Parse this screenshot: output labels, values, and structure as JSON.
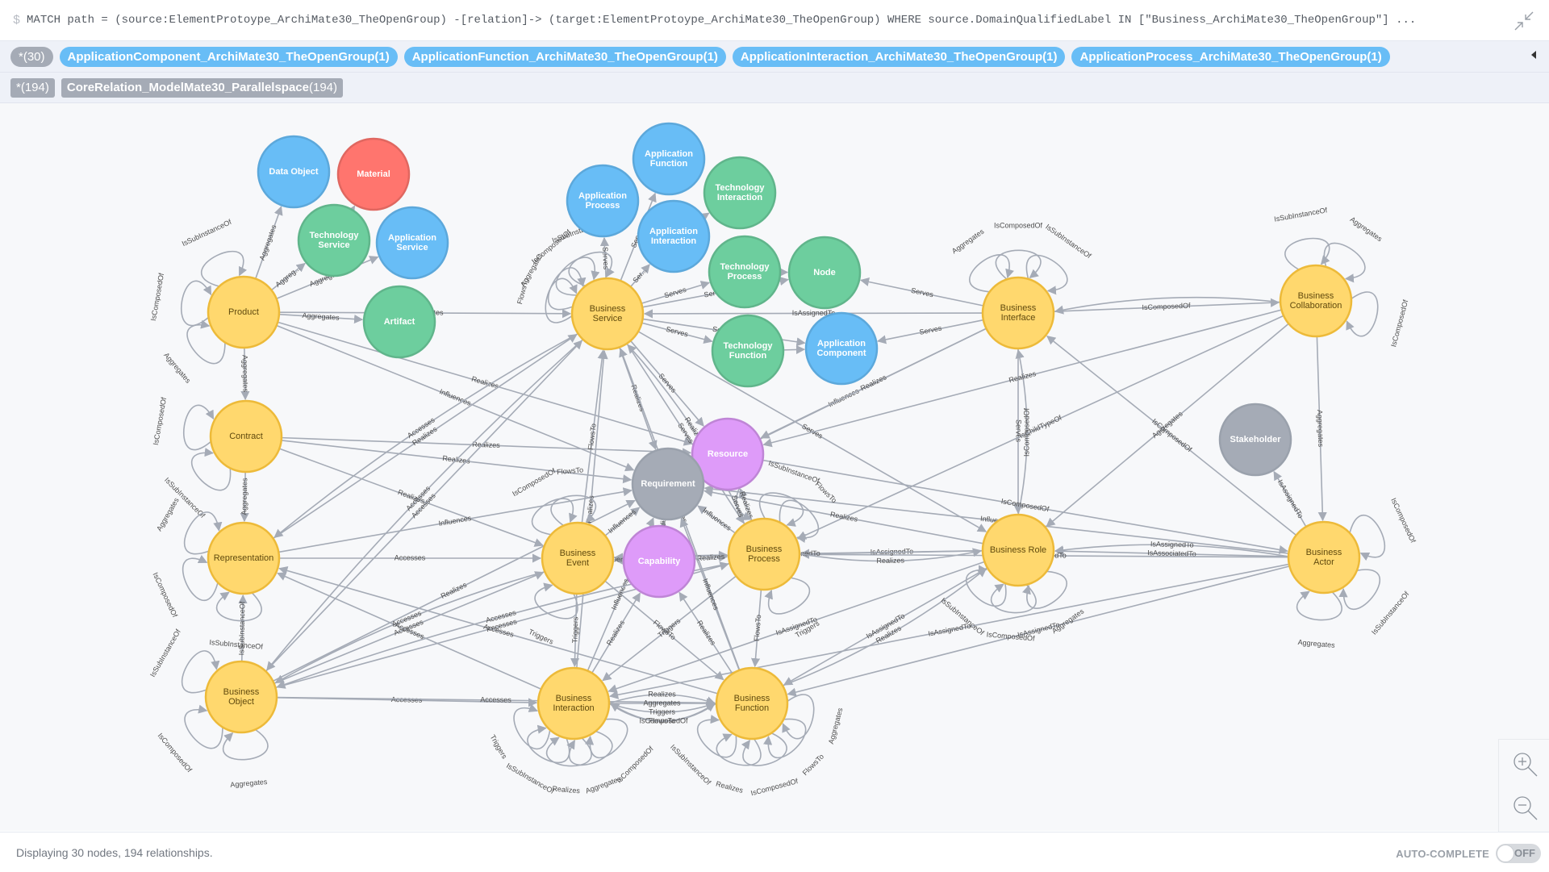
{
  "query": {
    "prompt": "$",
    "text": "MATCH path = (source:ElementProtoype_ArchiMate30_TheOpenGroup) -[relation]-> (target:ElementProtoype_ArchiMate30_TheOpenGroup) WHERE source.DomainQualifiedLabel IN [\"Business_ArchiMate30_TheOpenGroup\"] ..."
  },
  "node_labels": {
    "all": "*(30)",
    "items": [
      {
        "name": "ApplicationComponent_ArchiMate30_TheOpenGroup(1)",
        "color": "#68bdf6"
      },
      {
        "name": "ApplicationFunction_ArchiMate30_TheOpenGroup(1)",
        "color": "#68bdf6"
      },
      {
        "name": "ApplicationInteraction_ArchiMate30_TheOpenGroup(1)",
        "color": "#68bdf6"
      },
      {
        "name": "ApplicationProcess_ArchiMate30_TheOpenGroup(1)",
        "color": "#68bdf6"
      }
    ]
  },
  "relationship_types": {
    "all": "*(194)",
    "items": [
      {
        "name": "CoreRelation_ModelMate30_Parallelspace",
        "count": "(194)"
      }
    ]
  },
  "colors": {
    "business": "#ffd86e",
    "business_border": "#edba39",
    "application": "#68bdf6",
    "application_border": "#5ca8db",
    "technology": "#6dce9e",
    "technology_border": "#60b58b",
    "physical": "#ff756e",
    "physical_border": "#e06760",
    "motivation_strategy": "#de9bf9",
    "motivation_border": "#bf85d6",
    "other": "#a5abb6",
    "other_border": "#9aa1ac",
    "edge": "#a5abb6"
  },
  "graph": {
    "nodes": [
      {
        "id": "data_object",
        "label": "Data Object",
        "group": "application"
      },
      {
        "id": "material",
        "label": "Material",
        "group": "physical"
      },
      {
        "id": "tech_service",
        "label": "Technology Service",
        "group": "technology"
      },
      {
        "id": "app_service",
        "label": "Application Service",
        "group": "application"
      },
      {
        "id": "product",
        "label": "Product",
        "group": "business"
      },
      {
        "id": "artifact",
        "label": "Artifact",
        "group": "technology"
      },
      {
        "id": "app_function",
        "label": "Application Function",
        "group": "application"
      },
      {
        "id": "app_process",
        "label": "Application Process",
        "group": "application"
      },
      {
        "id": "tech_interaction",
        "label": "Technology Interaction",
        "group": "technology"
      },
      {
        "id": "app_interaction",
        "label": "Application Interaction",
        "group": "application"
      },
      {
        "id": "business_service",
        "label": "Business Service",
        "group": "business"
      },
      {
        "id": "tech_process",
        "label": "Technology Process",
        "group": "technology"
      },
      {
        "id": "node",
        "label": "Node",
        "group": "technology"
      },
      {
        "id": "tech_function",
        "label": "Technology Function",
        "group": "technology"
      },
      {
        "id": "app_component",
        "label": "Application Component",
        "group": "application"
      },
      {
        "id": "business_interface",
        "label": "Business Interface",
        "group": "business"
      },
      {
        "id": "business_collaboration",
        "label": "Business Collaboration",
        "group": "business"
      },
      {
        "id": "contract",
        "label": "Contract",
        "group": "business"
      },
      {
        "id": "resource",
        "label": "Resource",
        "group": "motivation_strategy"
      },
      {
        "id": "requirement",
        "label": "Requirement",
        "group": "other"
      },
      {
        "id": "stakeholder",
        "label": "Stakeholder",
        "group": "other"
      },
      {
        "id": "representation",
        "label": "Representation",
        "group": "business"
      },
      {
        "id": "business_event",
        "label": "Business Event",
        "group": "business"
      },
      {
        "id": "capability",
        "label": "Capability",
        "group": "motivation_strategy"
      },
      {
        "id": "business_process",
        "label": "Business Process",
        "group": "business"
      },
      {
        "id": "business_role",
        "label": "Business Role",
        "group": "business"
      },
      {
        "id": "business_actor",
        "label": "Business Actor",
        "group": "business"
      },
      {
        "id": "business_object",
        "label": "Business Object",
        "group": "business"
      },
      {
        "id": "business_interaction",
        "label": "Business Interaction",
        "group": "business"
      },
      {
        "id": "business_function",
        "label": "Business Function",
        "group": "business"
      }
    ],
    "edges": [
      {
        "from": "product",
        "to": "data_object",
        "label": "Aggregates"
      },
      {
        "from": "product",
        "to": "tech_service",
        "label": "Aggreg..."
      },
      {
        "from": "product",
        "to": "app_service",
        "label": "Aggregates"
      },
      {
        "from": "product",
        "to": "artifact",
        "label": "Aggregates"
      },
      {
        "from": "tech_service",
        "to": "material",
        "label": ""
      },
      {
        "from": "product",
        "to": "requirement",
        "label": "Influences"
      },
      {
        "from": "product",
        "to": "resource",
        "label": "Realizes"
      },
      {
        "from": "product",
        "to": "contract",
        "label": "Aggregates"
      },
      {
        "from": "product",
        "to": "business_service",
        "label": "Aggregates"
      },
      {
        "from": "contract",
        "to": "representation",
        "label": "Aggregates"
      },
      {
        "from": "contract",
        "to": "requirement",
        "label": "Realizes"
      },
      {
        "from": "contract",
        "to": "resource",
        "label": "Realizes"
      },
      {
        "from": "contract",
        "to": "business_event",
        "label": "Realizes"
      },
      {
        "from": "representation",
        "to": "business_event",
        "label": "Accesses"
      },
      {
        "from": "representation",
        "to": "business_service",
        "label": "Realizes"
      },
      {
        "from": "representation",
        "to": "requirement",
        "label": "Influences"
      },
      {
        "from": "business_object",
        "to": "business_interaction",
        "label": "Accesses"
      },
      {
        "from": "business_object",
        "to": "business_service",
        "label": "Accesses"
      },
      {
        "from": "business_object",
        "to": "business_process",
        "label": "Accesses"
      },
      {
        "from": "business_object",
        "to": "business_function",
        "label": "Accesses"
      },
      {
        "from": "business_object",
        "to": "business_event",
        "label": "Accesses"
      },
      {
        "from": "business_object",
        "to": "representation",
        "label": "IsSubInstanceOf"
      },
      {
        "from": "business_object",
        "to": "requirement",
        "label": "Realizes"
      },
      {
        "from": "business_service",
        "to": "app_process",
        "label": "Serves"
      },
      {
        "from": "business_service",
        "to": "app_function",
        "label": "Serves"
      },
      {
        "from": "business_service",
        "to": "app_interaction",
        "label": "Ser..."
      },
      {
        "from": "app_interaction",
        "to": "tech_interaction",
        "label": ""
      },
      {
        "from": "business_service",
        "to": "tech_process",
        "label": "Serves"
      },
      {
        "from": "business_service",
        "to": "node",
        "label": "Serves"
      },
      {
        "from": "business_service",
        "to": "tech_function",
        "label": "Serves"
      },
      {
        "from": "business_service",
        "to": "app_component",
        "label": "Serves"
      },
      {
        "from": "tech_process",
        "to": "node",
        "label": ""
      },
      {
        "from": "tech_function",
        "to": "app_component",
        "label": ""
      },
      {
        "from": "business_service",
        "to": "requirement",
        "label": "Realizes"
      },
      {
        "from": "business_service",
        "to": "resource",
        "label": "Serves"
      },
      {
        "from": "business_service",
        "to": "business_process",
        "label": "Serves"
      },
      {
        "from": "business_service",
        "to": "business_role",
        "label": "Serves"
      },
      {
        "from": "business_interface",
        "to": "business_service",
        "label": "IsAssignedTo"
      },
      {
        "from": "business_interface",
        "to": "node",
        "label": "Serves"
      },
      {
        "from": "business_interface",
        "to": "app_component",
        "label": "Serves"
      },
      {
        "from": "business_interface",
        "to": "business_collaboration",
        "label": "IsComposedOf"
      },
      {
        "from": "business_collaboration",
        "to": "business_interface",
        "label": ""
      },
      {
        "from": "business_interface",
        "to": "requirement",
        "label": "Influences"
      },
      {
        "from": "business_interface",
        "to": "resource",
        "label": "Realizes"
      },
      {
        "from": "business_interface",
        "to": "business_role",
        "label": "Serves"
      },
      {
        "from": "business_role",
        "to": "business_interface",
        "label": "IsComposedOf"
      },
      {
        "from": "business_collaboration",
        "to": "business_actor",
        "label": "Aggregates"
      },
      {
        "from": "business_collaboration",
        "to": "business_role",
        "label": "Aggregates"
      },
      {
        "from": "business_collaboration",
        "to": "resource",
        "label": "Realizes"
      },
      {
        "from": "business_actor",
        "to": "business_interface",
        "label": "IsComposedOf"
      },
      {
        "from": "business_collaboration",
        "to": "business_process",
        "label": "IsChildTypeOf"
      },
      {
        "from": "business_actor",
        "to": "stakeholder",
        "label": "IsAssignedTo"
      },
      {
        "from": "business_actor",
        "to": "business_role",
        "label": "IsAssociatedTo"
      },
      {
        "from": "business_actor",
        "to": "business_role",
        "label": "IsAssignedTo"
      },
      {
        "from": "business_actor",
        "to": "business_process",
        "label": "IsAssignedTo"
      },
      {
        "from": "business_actor",
        "to": "business_interaction",
        "label": "IsAssignedTo"
      },
      {
        "from": "business_actor",
        "to": "business_function",
        "label": "IsAssignedTo"
      },
      {
        "from": "business_actor",
        "to": "requirement",
        "label": "Influences"
      },
      {
        "from": "business_role",
        "to": "business_process",
        "label": "IsAssignedTo"
      },
      {
        "from": "business_role",
        "to": "business_function",
        "label": "IsAssignedTo"
      },
      {
        "from": "business_role",
        "to": "business_interaction",
        "label": "IsAssignedTo"
      },
      {
        "from": "business_role",
        "to": "business_event",
        "label": "IsAssignedTo"
      },
      {
        "from": "business_role",
        "to": "requirement",
        "label": "Realizes"
      },
      {
        "from": "business_event",
        "to": "requirement",
        "label": "Influences"
      },
      {
        "from": "business_event",
        "to": "business_process",
        "label": "Triggers"
      },
      {
        "from": "business_event",
        "to": "business_interaction",
        "label": "Triggers"
      },
      {
        "from": "business_event",
        "to": "business_function",
        "label": "FlowsTo"
      },
      {
        "from": "business_event",
        "to": "business_service",
        "label": "FlowsTo"
      },
      {
        "from": "capability",
        "to": "requirement",
        "label": "Realizes"
      },
      {
        "from": "capability",
        "to": "business_process",
        "label": "Realizes"
      },
      {
        "from": "capability",
        "to": "business_event",
        "label": "Influences"
      },
      {
        "from": "business_process",
        "to": "requirement",
        "label": "Influences"
      },
      {
        "from": "business_process",
        "to": "business_service",
        "label": "Realizes"
      },
      {
        "from": "business_process",
        "to": "business_function",
        "label": "FlowsTo"
      },
      {
        "from": "business_process",
        "to": "business_interaction",
        "label": "Triggers"
      },
      {
        "from": "business_process",
        "to": "resource",
        "label": "Realizes"
      },
      {
        "from": "business_interaction",
        "to": "business_function",
        "label": "Aggregates"
      },
      {
        "from": "business_interaction",
        "to": "business_function",
        "label": "Triggers"
      },
      {
        "from": "business_interaction",
        "to": "business_function",
        "label": "Realizes"
      },
      {
        "from": "business_interaction",
        "to": "business_function",
        "label": "FlowsTo"
      },
      {
        "from": "business_function",
        "to": "business_interaction",
        "label": "IsComposedOf"
      },
      {
        "from": "business_interaction",
        "to": "business_service",
        "label": "Realizes"
      },
      {
        "from": "business_function",
        "to": "business_service",
        "label": "Realizes"
      },
      {
        "from": "business_interaction",
        "to": "requirement",
        "label": "Influences"
      },
      {
        "from": "business_function",
        "to": "requirement",
        "label": "Influences"
      },
      {
        "from": "business_interaction",
        "to": "capability",
        "label": "Realizes"
      },
      {
        "from": "business_function",
        "to": "capability",
        "label": "Realizes"
      },
      {
        "from": "business_interaction",
        "to": "representation",
        "label": "Accesses"
      },
      {
        "from": "business_function",
        "to": "representation",
        "label": "Accesses"
      },
      {
        "from": "business_event",
        "to": "business_object",
        "label": "Accesses"
      },
      {
        "from": "business_process",
        "to": "business_object",
        "label": "Accesses"
      },
      {
        "from": "business_service",
        "to": "business_object",
        "label": "Accesses"
      },
      {
        "from": "business_service",
        "to": "representation",
        "label": "Accesses"
      },
      {
        "from": "resource",
        "to": "business_process",
        "label": "Serves"
      },
      {
        "from": "resource",
        "to": "business_actor",
        "label": "IsComposedOf"
      },
      {
        "from": "business_process",
        "to": "business_role",
        "label": "Realizes"
      },
      {
        "from": "business_function",
        "to": "business_role",
        "label": "Realizes"
      }
    ],
    "self_loops": [
      {
        "node": "product",
        "labels": [
          "IsSubInstanceOf",
          "IsComposedOf",
          "Aggregates"
        ]
      },
      {
        "node": "contract",
        "labels": [
          "IsComposedOf",
          "IsSubInstanceOf"
        ]
      },
      {
        "node": "representation",
        "labels": [
          "Aggregates",
          "IsComposedOf",
          "IsSubInstanceOf"
        ]
      },
      {
        "node": "business_object",
        "labels": [
          "IsSubInstanceOf",
          "IsComposedOf",
          "Aggregates"
        ]
      },
      {
        "node": "business_service",
        "labels": [
          "Aggregates",
          "IsComposedOf",
          "IsSubInstanceOf",
          "FlowsTo"
        ]
      },
      {
        "node": "business_interface",
        "labels": [
          "Aggregates",
          "IsComposedOf",
          "IsSubInstanceOf"
        ]
      },
      {
        "node": "business_collaboration",
        "labels": [
          "IsSubInstanceOf",
          "Aggregates",
          "IsComposedOf"
        ]
      },
      {
        "node": "business_role",
        "labels": [
          "IsSubInstanceOf",
          "IsComposedOf",
          "Aggregates"
        ]
      },
      {
        "node": "business_actor",
        "labels": [
          "IsComposedOf",
          "IsSubInstanceOf",
          "Aggregates"
        ]
      },
      {
        "node": "business_interaction",
        "labels": [
          "Triggers",
          "IsSubInstanceOf",
          "Realizes",
          "Aggregates",
          "IsComposedOf"
        ]
      },
      {
        "node": "business_function",
        "labels": [
          "IsSubInstanceOf",
          "Realizes",
          "IsComposedOf",
          "FlowsTo",
          "Aggregates"
        ]
      },
      {
        "node": "business_event",
        "labels": [
          "IsComposedOf",
          "FlowsTo",
          "Triggers"
        ]
      },
      {
        "node": "business_process",
        "labels": [
          "IsSubInstanceOf",
          "FlowsTo",
          "Triggers"
        ]
      }
    ]
  },
  "zoom_controls": {
    "zoom_in": "zoom-in",
    "zoom_out": "zoom-out"
  },
  "status": {
    "text": "Displaying 30 nodes, 194 relationships.",
    "autocomplete_label": "AUTO-COMPLETE",
    "autocomplete_state": "OFF"
  }
}
